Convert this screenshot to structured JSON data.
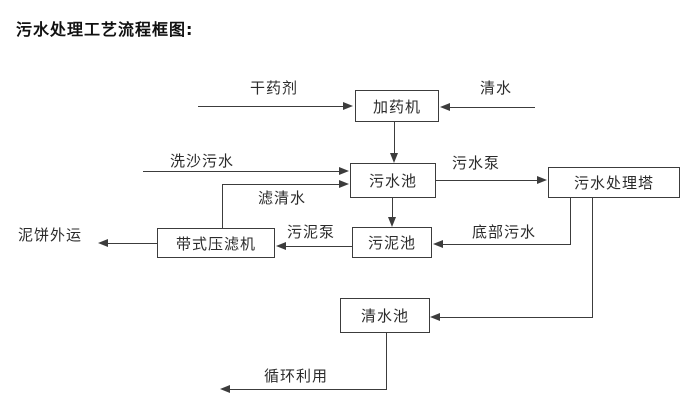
{
  "title": "污水处理工艺流程框图:",
  "diagram": {
    "type": "flowchart",
    "line_color": "#3c3c3c",
    "box_border_color": "#3c3c3c",
    "background_color": "#ffffff",
    "nodes": [
      {
        "id": "dosing-machine",
        "label": "加药机"
      },
      {
        "id": "sewage-pool",
        "label": "污水池"
      },
      {
        "id": "treatment-tower",
        "label": "污水处理塔"
      },
      {
        "id": "belt-filter-press",
        "label": "带式压滤机"
      },
      {
        "id": "sludge-pool",
        "label": "污泥池"
      },
      {
        "id": "clean-water-pool",
        "label": "清水池"
      }
    ],
    "flows": [
      {
        "from": "dry-chemical-input",
        "to": "dosing-machine",
        "label": "干药剂"
      },
      {
        "from": "clean-water-input",
        "to": "dosing-machine",
        "label": "清水"
      },
      {
        "from": "dosing-machine",
        "to": "sewage-pool",
        "label": ""
      },
      {
        "from": "sand-washing-sewage-input",
        "to": "sewage-pool",
        "label": "洗沙污水"
      },
      {
        "from": "belt-filter-press",
        "to": "sewage-pool",
        "label": "滤清水"
      },
      {
        "from": "sewage-pool",
        "to": "treatment-tower",
        "label": "污水泵"
      },
      {
        "from": "sewage-pool",
        "to": "sludge-pool",
        "label": ""
      },
      {
        "from": "treatment-tower",
        "to": "sludge-pool",
        "label": "底部污水"
      },
      {
        "from": "sludge-pool",
        "to": "belt-filter-press",
        "label": "污泥泵"
      },
      {
        "from": "belt-filter-press",
        "to": "mud-cake-output",
        "label": "泥饼外运"
      },
      {
        "from": "treatment-tower",
        "to": "clean-water-pool",
        "label": ""
      },
      {
        "from": "clean-water-pool",
        "to": "recycling-output",
        "label": "循环利用"
      }
    ]
  }
}
